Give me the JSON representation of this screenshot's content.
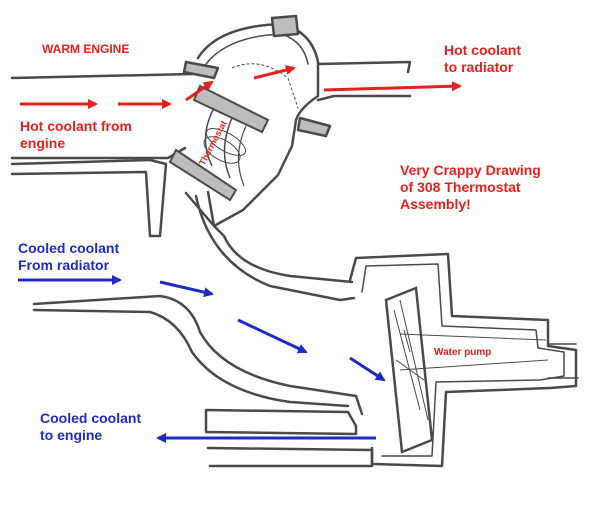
{
  "labels": {
    "warm_engine": "WARM ENGINE",
    "hot_from_engine_1": "Hot coolant from",
    "hot_from_engine_2": "engine",
    "hot_to_radiator_1": "Hot coolant",
    "hot_to_radiator_2": "to radiator",
    "caption_1": "Very Crappy Drawing",
    "caption_2": "of 308 Thermostat",
    "caption_3": "Assembly!",
    "cooled_from_radiator_1": "Cooled coolant",
    "cooled_from_radiator_2": "From radiator",
    "cooled_to_engine_1": "Cooled coolant",
    "cooled_to_engine_2": "to engine",
    "water_pump": "Water pump",
    "thermostat": "Thermostat"
  },
  "colors": {
    "hot": "#e8201c",
    "cool": "#1f2bc8",
    "sketch": "#4a4a4a",
    "fill": "#bdbdbd"
  }
}
